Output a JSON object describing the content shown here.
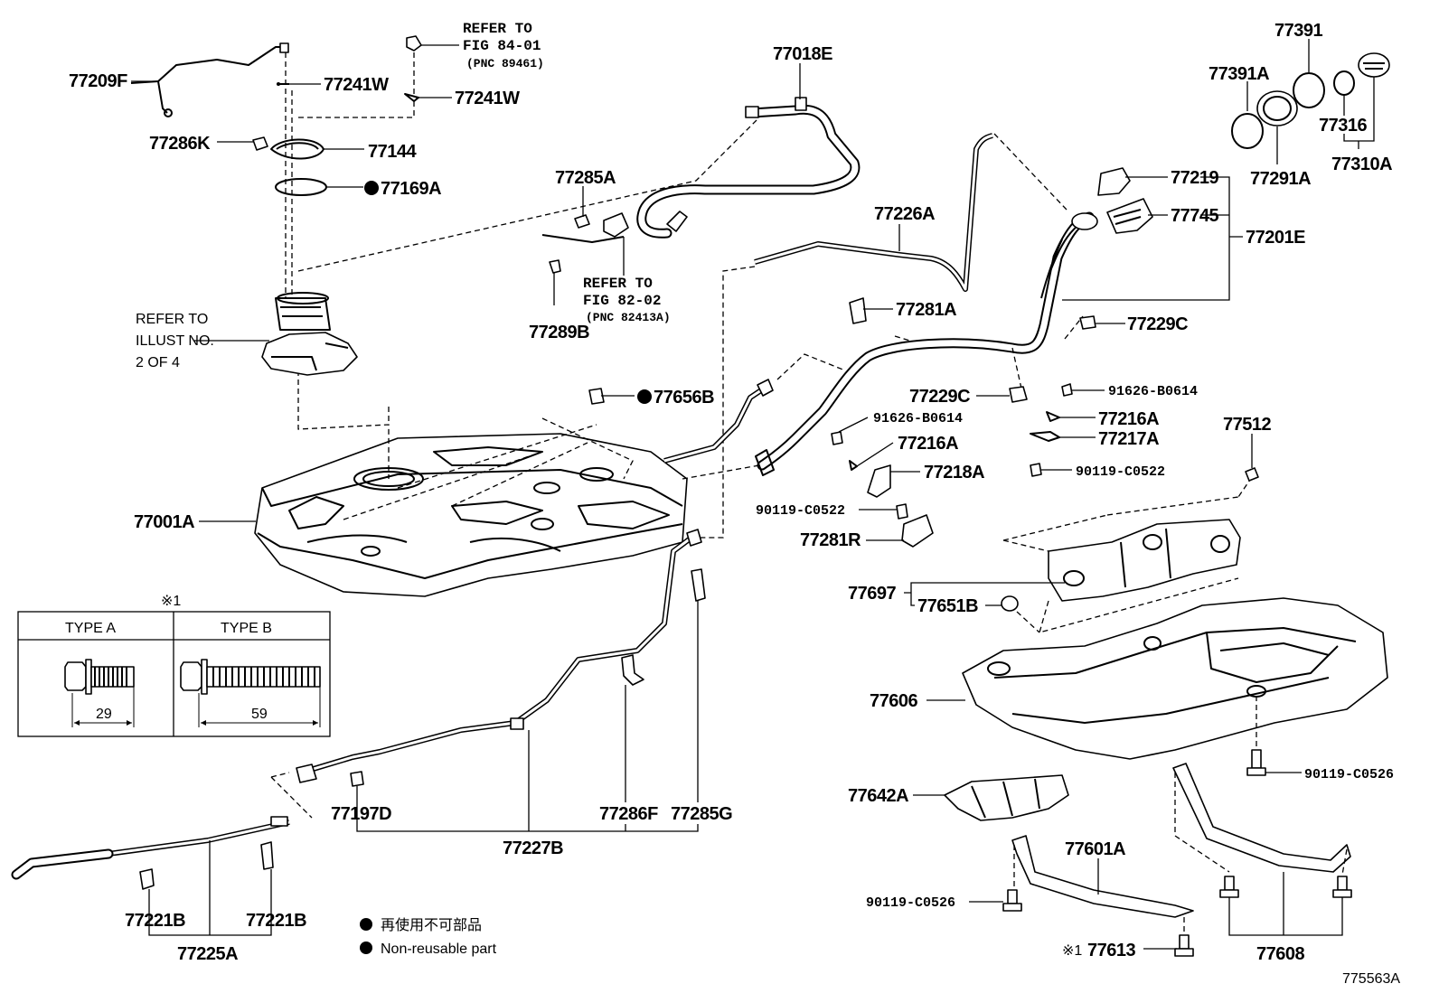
{
  "diagram_id": "775563A",
  "parts": {
    "p77209F": "77209F",
    "p77241W_a": "77241W",
    "p77241W_b": "77241W",
    "p77286K": "77286K",
    "p77144": "77144",
    "p77169A": "77169A",
    "p77018E": "77018E",
    "p77285A": "77285A",
    "p77289B": "77289B",
    "p77226A": "77226A",
    "p77281A": "77281A",
    "p77229C_a": "77229C",
    "p77229C_b": "77229C",
    "p77219": "77219",
    "p77745": "77745",
    "p77201E": "77201E",
    "p77391": "77391",
    "p77391A": "77391A",
    "p77316": "77316",
    "p77291A": "77291A",
    "p77310A": "77310A",
    "p77656B": "77656B",
    "p91626_a": "91626-B0614",
    "p91626_b": "91626-B0614",
    "p77216A_a": "77216A",
    "p77216A_b": "77216A",
    "p77217A": "77217A",
    "p90119C0522_a": "90119-C0522",
    "p90119C0522_b": "90119-C0522",
    "p77218A": "77218A",
    "p77281R": "77281R",
    "p77512": "77512",
    "p77001A": "77001A",
    "p77697": "77697",
    "p77651B": "77651B",
    "p77606": "77606",
    "p90119C0526_a": "90119-C0526",
    "p90119C0526_b": "90119-C0526",
    "p77642A": "77642A",
    "p77601A": "77601A",
    "p77613": "77613",
    "p77608": "77608",
    "p77197D": "77197D",
    "p77286F": "77286F",
    "p77285G": "77285G",
    "p77227B": "77227B",
    "p77221B_a": "77221B",
    "p77221B_b": "77221B",
    "p77225A": "77225A"
  },
  "refs": {
    "fig84_l1": "REFER TO",
    "fig84_l2": "FIG 84-01",
    "fig84_l3": "(PNC 89461)",
    "fig82_l1": "REFER TO",
    "fig82_l2": "FIG 82-02",
    "fig82_l3": "(PNC 82413A)",
    "illust_l1": "REFER TO",
    "illust_l2": "ILLUST NO.",
    "illust_l3": "2 OF 4"
  },
  "type_table": {
    "marker": "※1",
    "type_a": "TYPE A",
    "type_b": "TYPE B",
    "dim_a": "29",
    "dim_b": "59"
  },
  "marker_77613": "※1",
  "legend": {
    "jp": "再使用不可部品",
    "en": "Non-reusable part"
  }
}
